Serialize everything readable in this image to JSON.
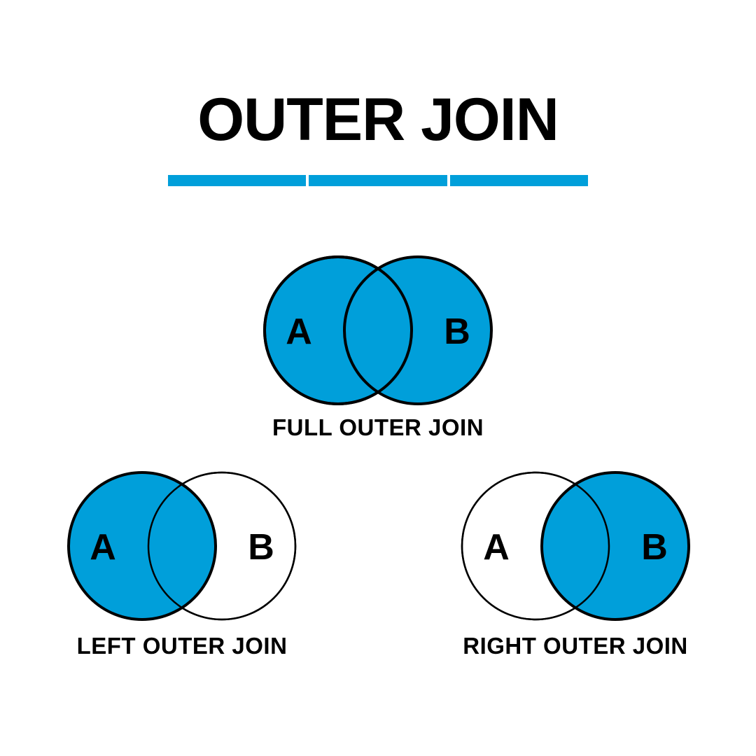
{
  "page": {
    "background_color": "#ffffff",
    "title": "OUTER JOIN",
    "accent_color": "#009FDA",
    "outline_color": "#000000",
    "text_color": "#000000",
    "rule_segments": 3
  },
  "diagrams": [
    {
      "id": "full-outer-join",
      "label": "FULL OUTER JOIN",
      "left_circle_letter": "A",
      "right_circle_letter": "B",
      "left_filled": true,
      "right_filled": true,
      "intersection_filled": true
    },
    {
      "id": "left-outer-join",
      "label": "LEFT OUTER JOIN",
      "left_circle_letter": "A",
      "right_circle_letter": "B",
      "left_filled": true,
      "right_filled": false,
      "intersection_filled": true
    },
    {
      "id": "right-outer-join",
      "label": "RIGHT OUTER JOIN",
      "left_circle_letter": "A",
      "right_circle_letter": "B",
      "left_filled": false,
      "right_filled": true,
      "intersection_filled": true
    }
  ]
}
